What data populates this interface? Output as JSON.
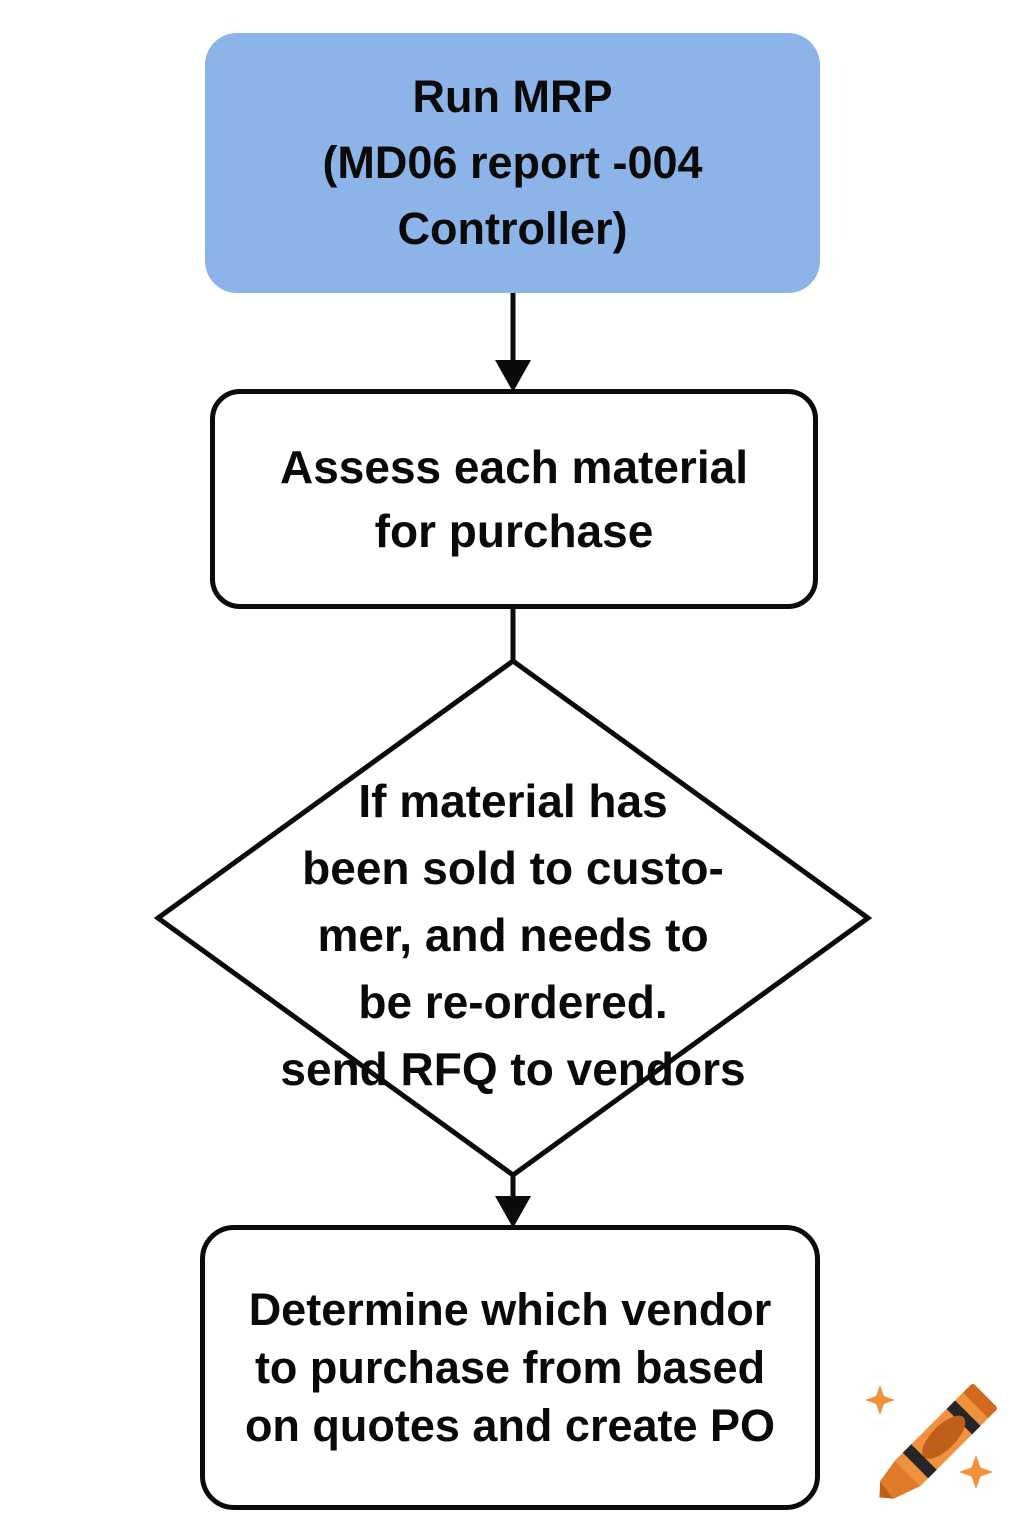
{
  "flowchart": {
    "nodes": {
      "run_mrp": {
        "label": "Run MRP\n(MD06 report -004\nController)",
        "type": "process"
      },
      "assess": {
        "label": "Assess each material\nfor purchase",
        "type": "process"
      },
      "decision": {
        "label": "If material has\nbeen sold to custo-\nmer, and needs to\nbe re-ordered.\nsend RFQ to vendors",
        "type": "decision"
      },
      "determine": {
        "label": "Determine which vendor\nto purchase from based\non quotes and create PO",
        "type": "process"
      }
    },
    "colors": {
      "node_blue": "#8cb4e9",
      "outline": "#0b0b0b",
      "background": "#ffffff",
      "crayon_orange": "#f0913f",
      "crayon_tip_orange": "#e07b2a",
      "crayon_dark_orange": "#c05f1b",
      "crayon_end_cap": "#d2691e",
      "crayon_band": "#262626"
    }
  },
  "watermark": {
    "icon": "crayon-icon"
  }
}
